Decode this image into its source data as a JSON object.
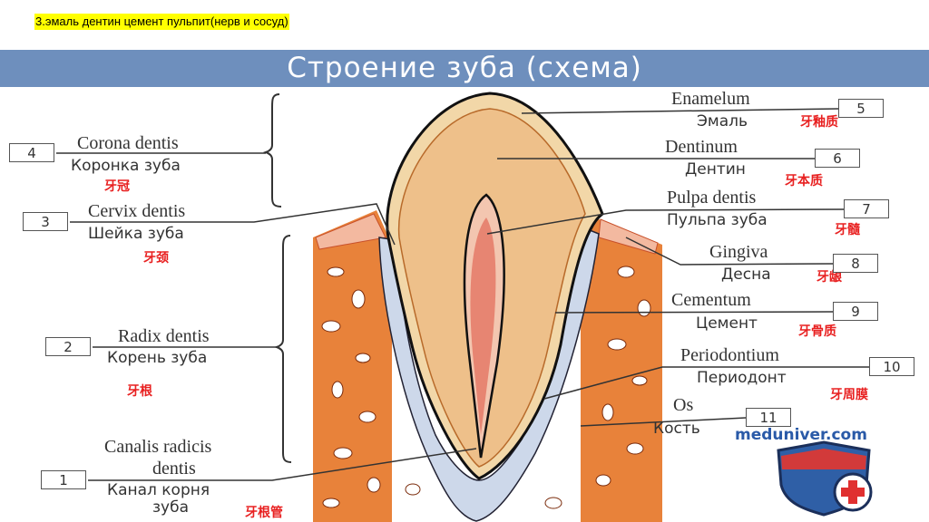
{
  "note": "3.эмаль дентин  цемент  пульпит(нерв и сосуд)",
  "title": "Строение зуба (схема)",
  "labels": [
    {
      "num": "1",
      "latin": "Canalis radicis dentis",
      "latin1": "Canalis radicis",
      "latin2": "dentis",
      "russian1": "Канал корня",
      "russian2": "зуба",
      "chinese": "牙根管"
    },
    {
      "num": "2",
      "latin": "Radix dentis",
      "russian": "Корень зуба",
      "chinese": "牙根"
    },
    {
      "num": "3",
      "latin": "Cervix dentis",
      "russian": "Шейка зуба",
      "chinese": "牙颈"
    },
    {
      "num": "4",
      "latin": "Corona dentis",
      "russian": "Коронка зуба",
      "chinese": "牙冠"
    },
    {
      "num": "5",
      "latin": "Enamelum",
      "russian": "Эмаль",
      "chinese": "牙釉质"
    },
    {
      "num": "6",
      "latin": "Dentinum",
      "russian": "Дентин",
      "chinese": "牙本质"
    },
    {
      "num": "7",
      "latin": "Pulpa dentis",
      "russian": "Пульпа зуба",
      "chinese": "牙髓"
    },
    {
      "num": "8",
      "latin": "Gingiva",
      "russian": "Десна",
      "chinese": "牙龈"
    },
    {
      "num": "9",
      "latin": "Cementum",
      "russian": "Цемент",
      "chinese": "牙骨质"
    },
    {
      "num": "10",
      "latin": "Periodontium",
      "russian": "Периодонт",
      "chinese": "牙周膜"
    },
    {
      "num": "11",
      "latin": "Os",
      "russian": "Кость",
      "chinese": ""
    }
  ],
  "watermark": "meduniver.com",
  "colors": {
    "banner": "#6e8fbd",
    "highlight": "#ffff00",
    "bone": "#e8823a",
    "chinese": "#e82020",
    "site": "#2a5aa8"
  }
}
